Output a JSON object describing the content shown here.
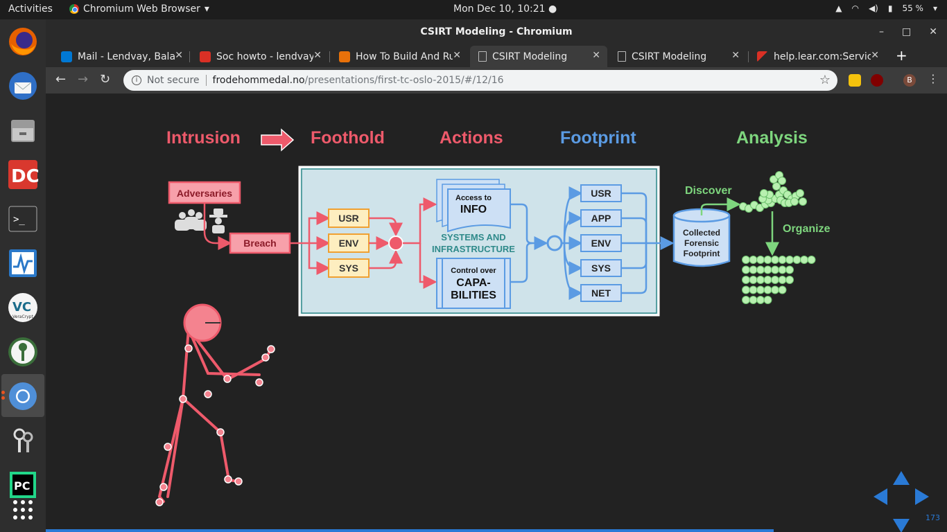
{
  "top_panel": {
    "activities": "Activities",
    "app_name": "Chromium Web Browser",
    "clock": "Mon Dec 10, 10:21",
    "battery": "55 %"
  },
  "window": {
    "title": "CSIRT Modeling - Chromium",
    "minimize": "–",
    "maximize": "□",
    "close": "✕"
  },
  "tabs": [
    {
      "title": "Mail - Lendvay, Bala",
      "favicon_color": "#0078d4"
    },
    {
      "title": "Soc howto - lendvay",
      "favicon_color": "#d93025"
    },
    {
      "title": "How To Build And Ru",
      "favicon_color": "#e8710a"
    },
    {
      "title": "CSIRT Modeling",
      "favicon_color": "#bbbbbb"
    },
    {
      "title": "CSIRT Modeling",
      "favicon_color": "#bbbbbb"
    },
    {
      "title": "help.lear.com:Servic",
      "favicon_color": "#d93025"
    }
  ],
  "omnibox": {
    "security": "Not secure",
    "host": "frodehommedal.no",
    "path": "/presentations/first-tc-oslo-2015/#/12/16"
  },
  "slide": {
    "headings": {
      "intrusion": "Intrusion",
      "foothold": "Foothold",
      "actions": "Actions",
      "footprint": "Footprint",
      "analysis": "Analysis"
    },
    "adversaries": "Adversaries",
    "breach": "Breach",
    "left_boxes": [
      "USR",
      "ENV",
      "SYS"
    ],
    "access_to": "Access to",
    "info": "INFO",
    "systems_1": "SYSTEMS AND",
    "systems_2": "INFRASTRUCTURE",
    "control_over": "Control over",
    "capa": "CAPA-",
    "bilities": "BILITIES",
    "right_boxes": [
      "USR",
      "APP",
      "ENV",
      "SYS",
      "NET"
    ],
    "collected": [
      "Collected",
      "Forensic",
      "Footprint"
    ],
    "discover": "Discover",
    "organize": "Organize",
    "slide_number": "173"
  },
  "colors": {
    "red": "#ee5a6b",
    "blue": "#5b9be3",
    "green": "#7ed67e",
    "teal": "#2f8a8a",
    "orange": "#f0a030"
  }
}
